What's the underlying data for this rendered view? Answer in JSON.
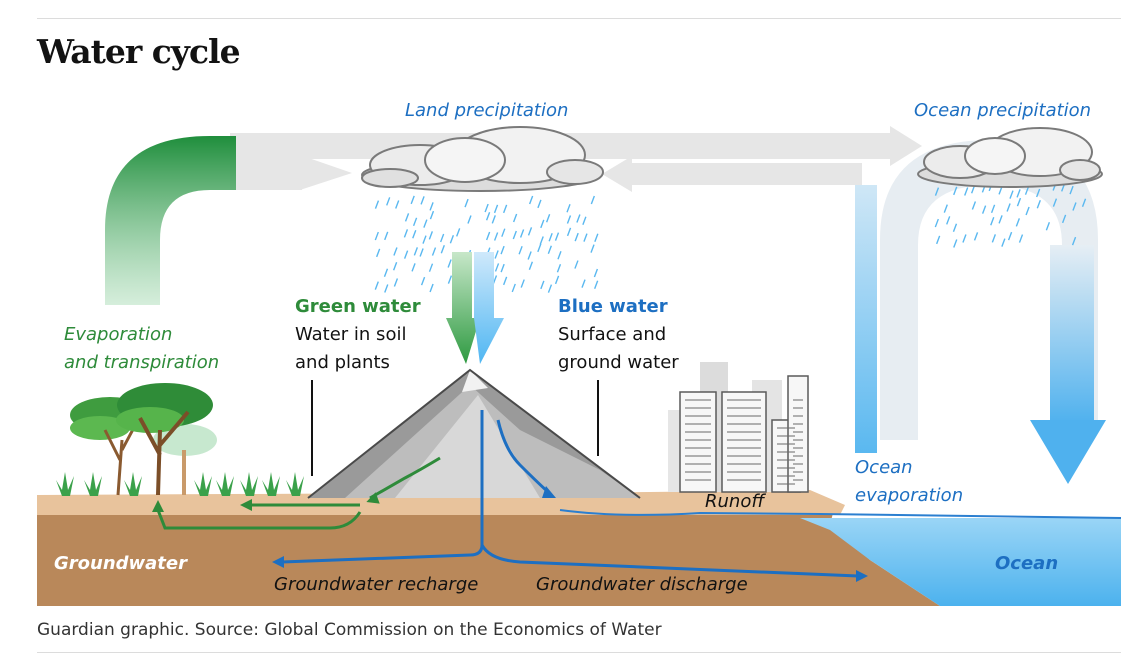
{
  "title": "Water cycle",
  "labels": {
    "land_precipitation": "Land precipitation",
    "ocean_precipitation": "Ocean precipitation",
    "evaporation_line1": "Evaporation",
    "evaporation_line2": "and transpiration",
    "green_water_title": "Green water",
    "green_water_line1": "Water in soil",
    "green_water_line2": "and plants",
    "blue_water_title": "Blue water",
    "blue_water_line1": "Surface and",
    "blue_water_line2": "ground water",
    "runoff": "Runoff",
    "ocean_evaporation_line1": "Ocean",
    "ocean_evaporation_line2": "evaporation",
    "groundwater": "Groundwater",
    "ocean": "Ocean",
    "groundwater_recharge": "Groundwater recharge",
    "groundwater_discharge": "Groundwater discharge"
  },
  "caption": "Guardian graphic. Source: Global Commission on the Economics of Water",
  "colors": {
    "green": "#2e8b3a",
    "blue": "#1d6fc2",
    "light_blue": "#5ab8f0",
    "grey_arrow": "#e3e3e3",
    "soil": "#b9885a",
    "soil_top": "#e6c39a"
  }
}
